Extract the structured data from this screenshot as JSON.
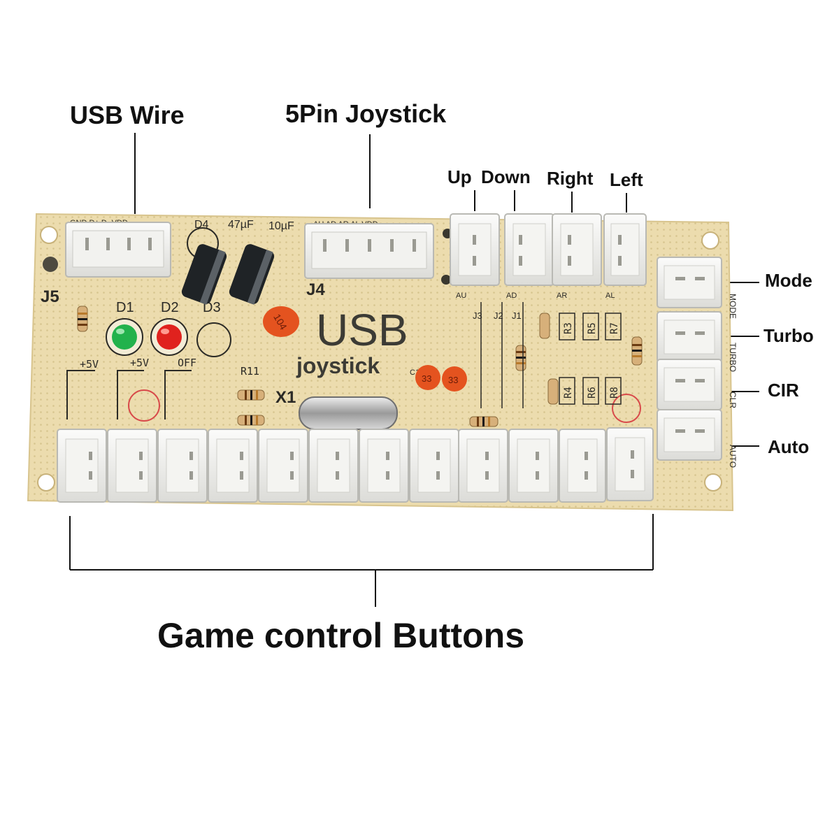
{
  "callouts": {
    "usb_wire": "USB Wire",
    "joystick_5pin": "5Pin Joystick",
    "up": "Up",
    "down": "Down",
    "right": "Right",
    "left": "Left",
    "mode": "Mode",
    "turbo": "Turbo",
    "cir": "CIR",
    "auto": "Auto",
    "game_buttons": "Game control Buttons"
  },
  "board": {
    "usb": "USB",
    "joystick": "joystick",
    "j5": "J5",
    "j4": "J4",
    "d1": "D1",
    "d2": "D2",
    "d3": "D3",
    "d4": "D4",
    "cap47": "47µF",
    "cap10": "10µF",
    "usb_pins": "GND D+ D- VDD",
    "js_pins": "AU AD AR AL VDD",
    "plus5v_a": "+5V",
    "plus5v_b": "+5V",
    "off": "OFF",
    "r11": "R11",
    "x1": "X1",
    "c104": "104",
    "c33a": "33",
    "c33b": "33",
    "c1": "C1",
    "r3": "R3",
    "r4": "R4",
    "r5": "R5",
    "r6": "R6",
    "r7": "R7",
    "r8": "R8",
    "j1": "J1",
    "j2": "J2",
    "j3": "J3",
    "au": "AU",
    "ad": "AD",
    "ar": "AR",
    "al": "AL",
    "mode_silk": "MODE",
    "turbo_silk": "TURBO",
    "clr_silk": "CLR",
    "auto_silk": "AUTO"
  },
  "colors": {
    "pcb": "#ecdcae",
    "connector": "#f4f4f2",
    "led_green": "#22b24c",
    "led_red": "#e0221e",
    "ceramic_cap": "#e4531f"
  }
}
